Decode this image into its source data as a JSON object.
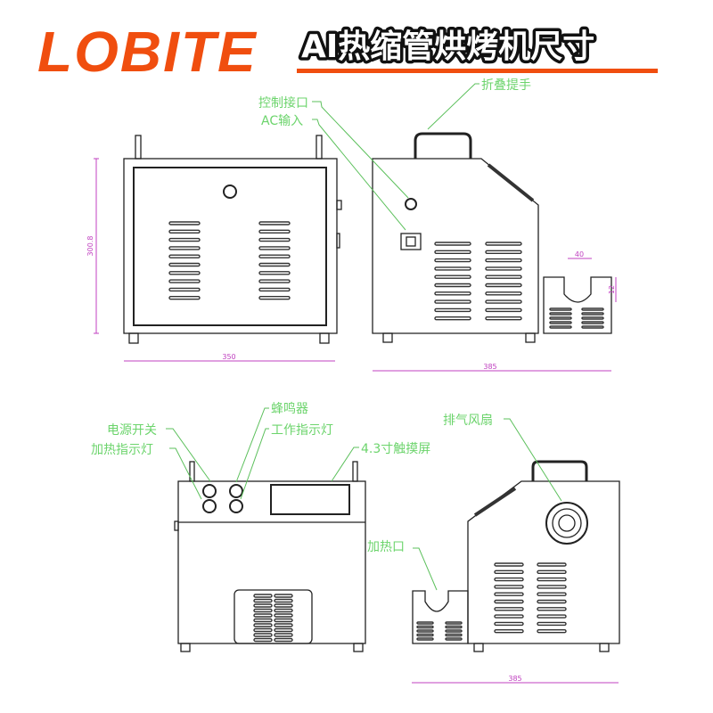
{
  "brand": {
    "logo": "LOBITE",
    "color": "#f04e0f"
  },
  "header": {
    "title": "AI热缩管烘烤机尺寸",
    "accent": "#f04e0f"
  },
  "colors": {
    "label": "#6cd46c",
    "leader": "#5cc05c",
    "dimension": "#c040c0"
  },
  "labels": {
    "handle": "折叠提手",
    "control_port": "控制接口",
    "ac_input": "AC输入",
    "power_switch": "电源开关",
    "heating_indicator": "加热指示灯",
    "buzzer": "蜂鸣器",
    "work_indicator": "工作指示灯",
    "touchscreen": "4.3寸触摸屏",
    "exhaust_fan": "排气风扇",
    "heating_port": "加热口"
  },
  "dimensions": {
    "front_height": "300.8",
    "front_width": "350",
    "side_length": "385",
    "slot_width": "40",
    "slot_depth": "12",
    "rear_side_length": "385"
  }
}
